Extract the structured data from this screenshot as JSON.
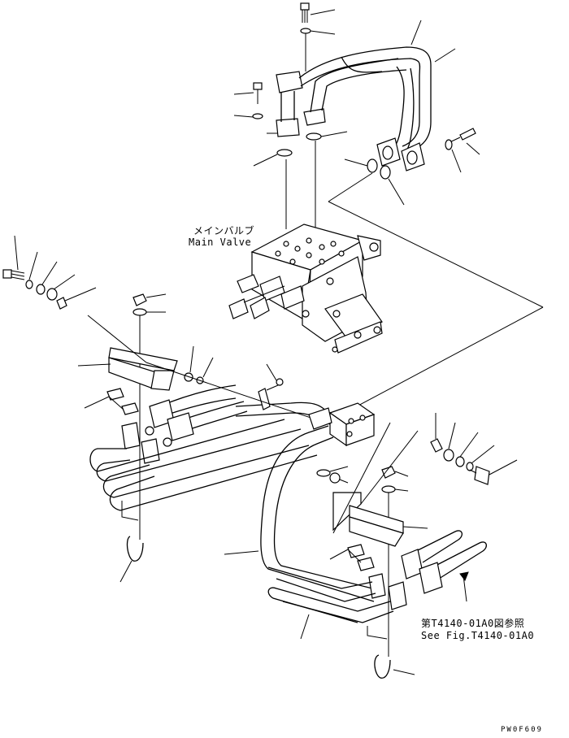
{
  "labels": {
    "main_valve_jp": "メインバルブ",
    "main_valve_en": "Main Valve",
    "ref_jp": "第T4140-01A0図参照",
    "ref_en": "See Fig.T4140-01A0",
    "code": "PW0F609"
  }
}
